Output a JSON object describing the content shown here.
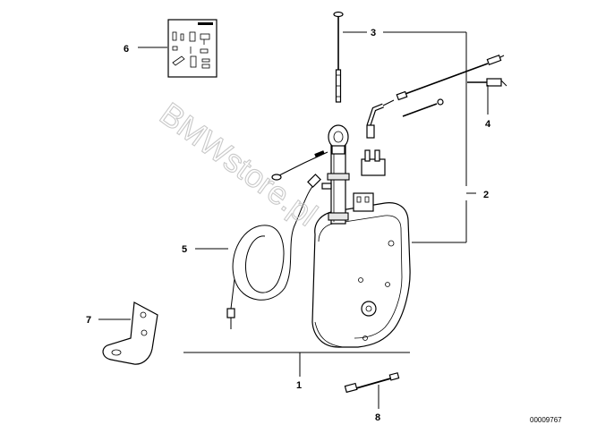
{
  "callouts": {
    "c1": "1",
    "c2": "2",
    "c3": "3",
    "c4": "4",
    "c5": "5",
    "c6": "6",
    "c7": "7",
    "c8": "8"
  },
  "doc_number": "00009767",
  "watermark": "BMWstore.pl"
}
